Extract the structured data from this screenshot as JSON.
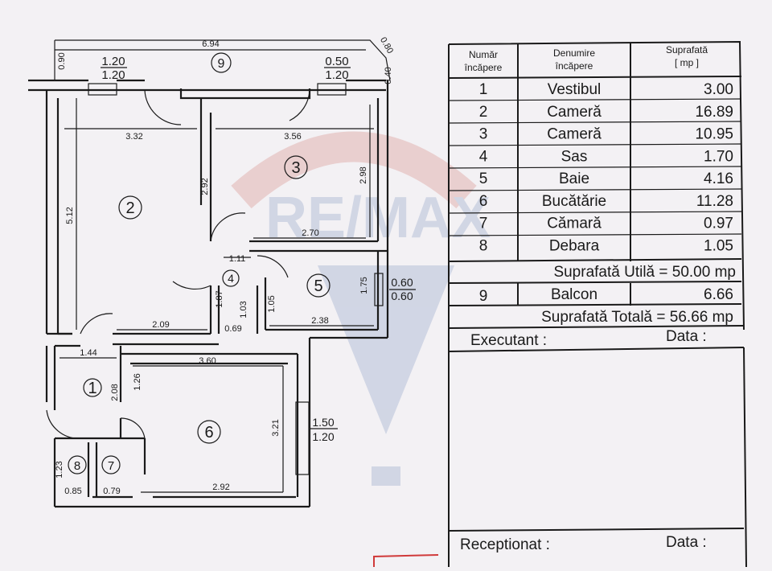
{
  "floorplan": {
    "rooms": [
      {
        "num": "1"
      },
      {
        "num": "2"
      },
      {
        "num": "3"
      },
      {
        "num": "4"
      },
      {
        "num": "5"
      },
      {
        "num": "6"
      },
      {
        "num": "7"
      },
      {
        "num": "8"
      },
      {
        "num": "9"
      }
    ],
    "dims": {
      "balcony_len": "6.94",
      "balcony_depth": "0.90",
      "balcony_diag": "0.80",
      "balcony_side": "0.40",
      "win1_top": "1.20",
      "win1_bot": "1.20",
      "win2_top": "0.50",
      "win2_bot": "1.20",
      "r2_width": "3.32",
      "r3_width": "3.56",
      "r2_height": "5.12",
      "r2_inner": "2.92",
      "r3_height": "2.98",
      "r3_bottom": "2.70",
      "r4_width": "1.11",
      "r4_h1": "1.87",
      "r4_h2": "1.03",
      "r4_bottom": "0.69",
      "r2_bottom": "2.09",
      "r5_height": "1.05",
      "r5_side": "1.75",
      "r5_bottom": "2.38",
      "win5_top": "0.60",
      "win5_bot": "0.60",
      "r1_width": "1.44",
      "r1_height": "2.08",
      "r6_width": "3.60",
      "r6_h1": "1.26",
      "r6_h2": "3.21",
      "r6_bottom": "2.92",
      "win6_top": "1.50",
      "win6_bot": "1.20",
      "r8_height": "1.23",
      "r8_width": "0.85",
      "r7_width": "0.79"
    }
  },
  "table": {
    "headers": {
      "num_line1": "Număr",
      "num_line2": "încăpere",
      "name_line1": "Denumire",
      "name_line2": "încăpere",
      "area_line1": "Suprafată",
      "area_line2": "[ mp ]"
    },
    "rows": [
      {
        "num": "1",
        "name": "Vestibul",
        "area": "3.00"
      },
      {
        "num": "2",
        "name": "Cameră",
        "area": "16.89"
      },
      {
        "num": "3",
        "name": "Cameră",
        "area": "10.95"
      },
      {
        "num": "4",
        "name": "Sas",
        "area": "1.70"
      },
      {
        "num": "5",
        "name": "Baie",
        "area": "4.16"
      },
      {
        "num": "6",
        "name": "Bucătărie",
        "area": "11.28"
      },
      {
        "num": "7",
        "name": "Cămară",
        "area": "0.97"
      },
      {
        "num": "8",
        "name": "Debara",
        "area": "1.05"
      }
    ],
    "useful_total": "Suprafată Utilă = 50.00 mp",
    "balcony_row": {
      "num": "9",
      "name": "Balcon",
      "area": "6.66"
    },
    "grand_total": "Suprafată Totală = 56.66 mp",
    "executant_label": "Executant :",
    "data_label_top": "Data :",
    "receptionat_label": "Receptionat :",
    "data_label_bottom": "Data :"
  },
  "watermark": {
    "brand": "RE/MAX"
  }
}
